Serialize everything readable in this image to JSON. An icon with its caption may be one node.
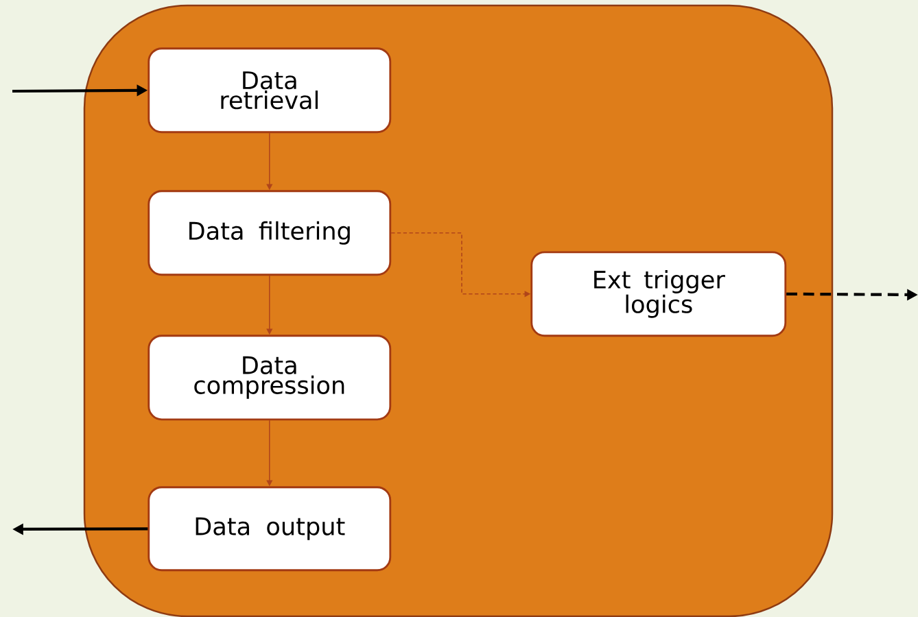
{
  "diagram": {
    "nodes": [
      {
        "text": [],
        "shape": "box"
      },
      {
        "text": [
          "Data retrieval"
        ],
        "in": 0
      },
      {
        "text": [
          "Data filtering"
        ],
        "in": 0
      },
      {
        "text": [
          "Data compression"
        ],
        "in": 0
      },
      {
        "text": [
          "Data output"
        ],
        "in": 0
      },
      {
        "text": [
          "Ext trigger logics"
        ],
        "in": 0
      }
    ],
    "edges": [
      {
        "from": null,
        "to": 1,
        "arrow": "to",
        "style": "thick",
        "color": "#000000"
      },
      {
        "from": 1,
        "to": 2,
        "arrow": "to"
      },
      {
        "from": 2,
        "to": 3,
        "arrow": "to"
      },
      {
        "from": 3,
        "to": 4,
        "arrow": "to"
      },
      {
        "from": 2,
        "to": 5,
        "arrow": "to",
        "style": "dashed"
      },
      {
        "from": 4,
        "to": null,
        "arrow": "to",
        "style": "thick",
        "color": "#000000"
      },
      {
        "from": 5,
        "to": null,
        "arrow": "to",
        "style": "dashed",
        "color": "#000000"
      }
    ]
  }
}
